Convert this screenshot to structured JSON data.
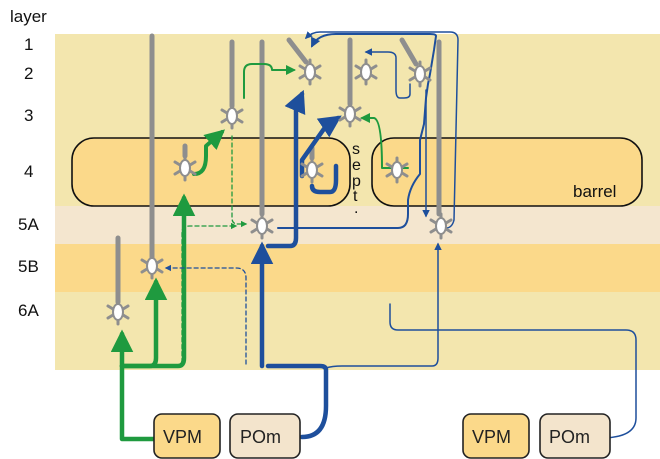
{
  "header": {
    "layer_title": "layer"
  },
  "layers": [
    {
      "key": "l1",
      "label": "1"
    },
    {
      "key": "l2",
      "label": "2"
    },
    {
      "key": "l3",
      "label": "3"
    },
    {
      "key": "l4",
      "label": "4"
    },
    {
      "key": "l5a",
      "label": "5A"
    },
    {
      "key": "l5b",
      "label": "5B"
    },
    {
      "key": "l6a",
      "label": "6A"
    }
  ],
  "barrel_label": "barrel",
  "septum_letters": [
    "s",
    "e",
    "p",
    "t",
    "."
  ],
  "thalamus": {
    "left": {
      "vpm": "VPM",
      "pom": "POm"
    },
    "right": {
      "vpm": "VPM",
      "pom": "POm"
    }
  },
  "colors": {
    "layer_band_light": "#f3e6ae",
    "layer_band_5a": "#f4e6cf",
    "layer_band_5b": "#fbd98a",
    "barrel_fill": "#fbd98a",
    "vpm_fill": "#fbd98a",
    "pom_fill": "#f3e4cc",
    "vpm_pathway": "#1f9a3f",
    "pom_pathway": "#1e4f9c",
    "dendrite": "#8e8e8e"
  }
}
